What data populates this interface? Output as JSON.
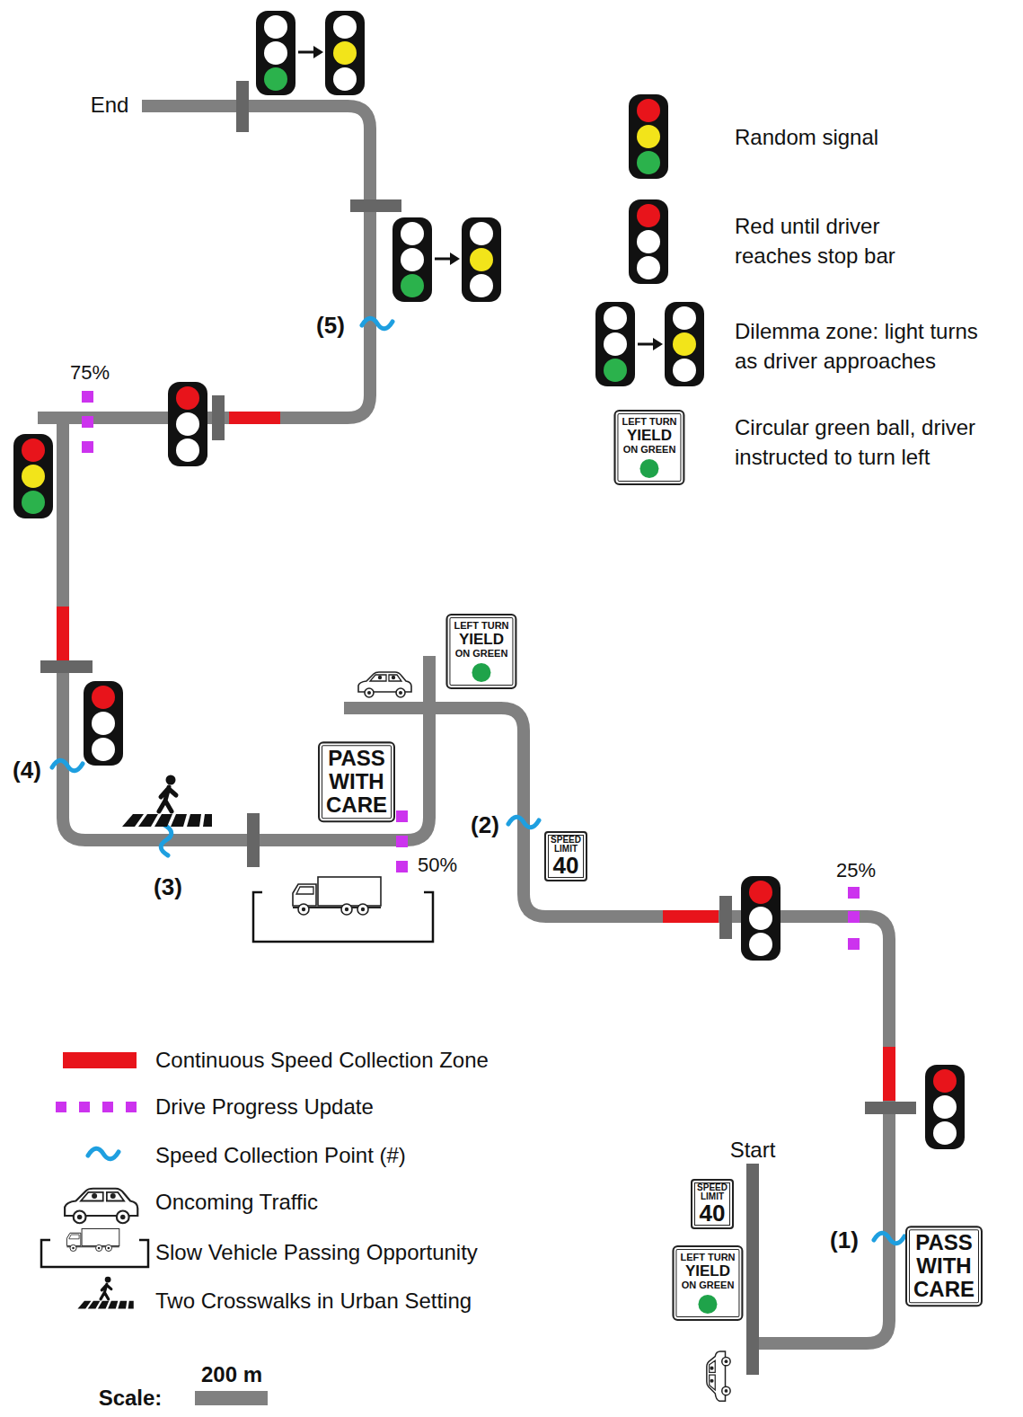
{
  "diagram": {
    "nodes": [
      {
        "text": [
          "LEFT TURN",
          "YIELD",
          "ON GREEN"
        ]
      },
      {
        "text": [
          "LEFT TURN",
          "YIELD",
          "ON GREEN"
        ]
      },
      {
        "text": [
          "PASS WITH CARE"
        ]
      },
      {
        "text": [
          "SPEED LIMIT",
          "40"
        ]
      },
      {
        "text": [
          "SPEED LIMIT",
          "40"
        ]
      },
      {
        "text": [
          "LEFT TURN",
          "YIELD",
          "ON GREEN"
        ]
      },
      {
        "text": [
          "PASS WITH CARE"
        ]
      }
    ],
    "labels": [
      "End",
      "75%",
      "(5)",
      "(2)",
      "50%",
      "(4)",
      "(3)",
      "25%",
      "Start",
      "(1)",
      "Scale:",
      "200 m"
    ],
    "legend": [
      {
        "text": "Random signal"
      },
      {
        "text": "Red until driver reaches stop bar"
      },
      {
        "text": "Dilemma zone: light turns as driver approaches"
      },
      {
        "text": "Circular green ball, driver instructed to turn left"
      },
      {
        "text": "Continuous Speed Collection Zone",
        "color": "#e8141b"
      },
      {
        "text": "Drive Progress Update"
      },
      {
        "text": "Speed Collection Point (#)"
      },
      {
        "text": "Oncoming Traffic"
      },
      {
        "text": "Slow Vehicle Passing Opportunity"
      },
      {
        "text": "Two Crosswalks in Urban Setting"
      }
    ]
  }
}
